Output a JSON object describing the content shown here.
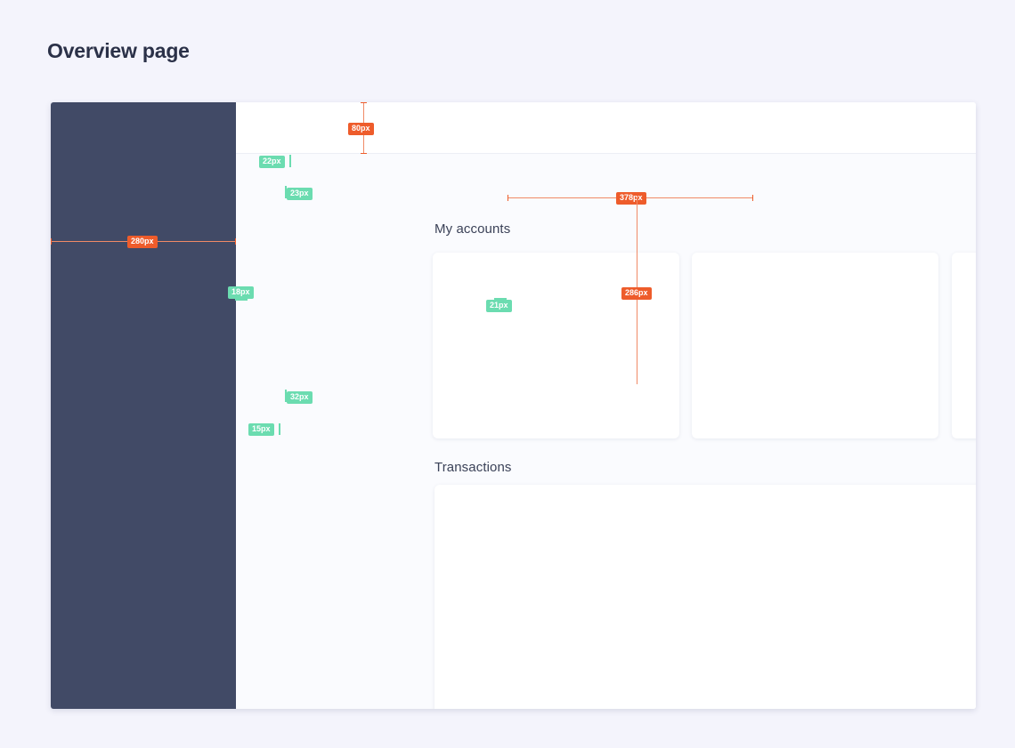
{
  "page": {
    "title": "Overview page",
    "background_color": "#f4f4fc"
  },
  "app": {
    "sidebar": {
      "background_color": "#414a66"
    },
    "topbar": {
      "background_color": "#ffffff"
    },
    "content": {
      "background_color": "#fafbfe"
    },
    "headings": {
      "accounts": "My accounts",
      "transactions": "Transactions"
    },
    "cards": [
      {
        "name": "balance-card"
      },
      {
        "name": "savings-card"
      },
      {
        "name": "credit-card"
      },
      {
        "name": "transactions-card"
      }
    ]
  },
  "annotations": {
    "accent_orange": "#ee5c2b",
    "accent_green": "#6bdcb0",
    "measurements": [
      {
        "id": "topbar-height",
        "label": "80px",
        "type": "size",
        "color": "orange"
      },
      {
        "id": "sidebar-width",
        "label": "280px",
        "type": "size",
        "color": "orange"
      },
      {
        "id": "card-width",
        "label": "378px",
        "type": "size",
        "color": "orange"
      },
      {
        "id": "card-height",
        "label": "286px",
        "type": "size",
        "color": "orange"
      },
      {
        "id": "accounts-margin-top",
        "label": "22px",
        "type": "spacing",
        "color": "green"
      },
      {
        "id": "accounts-margin-bottom",
        "label": "23px",
        "type": "spacing",
        "color": "green"
      },
      {
        "id": "content-padding-left",
        "label": "18px",
        "type": "spacing",
        "color": "green"
      },
      {
        "id": "card-gap",
        "label": "21px",
        "type": "spacing",
        "color": "green"
      },
      {
        "id": "transactions-margin-top",
        "label": "32px",
        "type": "spacing",
        "color": "green"
      },
      {
        "id": "transactions-margin-bottom",
        "label": "15px",
        "type": "spacing",
        "color": "green"
      }
    ]
  }
}
